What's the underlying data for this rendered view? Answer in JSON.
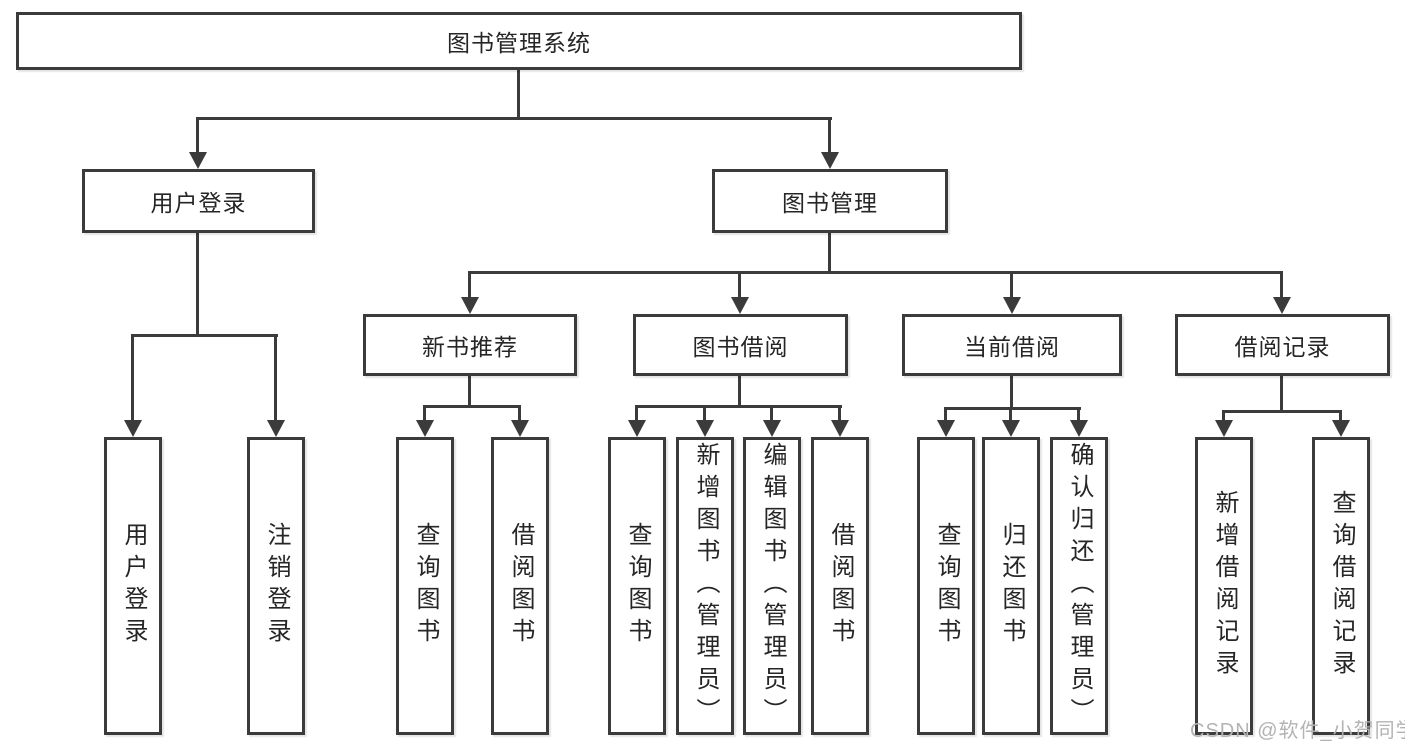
{
  "diagram": {
    "root": {
      "label": "图书管理系统"
    },
    "branches": [
      {
        "label": "用户登录",
        "leaves": [
          "用户登录",
          "注销登录"
        ]
      },
      {
        "label": "图书管理",
        "children": [
          {
            "label": "新书推荐",
            "leaves": [
              "查询图书",
              "借阅图书"
            ]
          },
          {
            "label": "图书借阅",
            "leaves": [
              "查询图书",
              "新增图书（管理员）",
              "编辑图书（管理员）",
              "借阅图书"
            ]
          },
          {
            "label": "当前借阅",
            "leaves": [
              "查询图书",
              "归还图书",
              "确认归还（管理员）"
            ]
          },
          {
            "label": "借阅记录",
            "leaves": [
              "新增借阅记录",
              "查询借阅记录"
            ]
          }
        ]
      }
    ],
    "watermark": "CSDN @软件_小贺同学",
    "colors": {
      "line": "#3b3b3b",
      "text": "#262626",
      "watermark": "#b3b3b3",
      "background": "#ffffff"
    }
  }
}
